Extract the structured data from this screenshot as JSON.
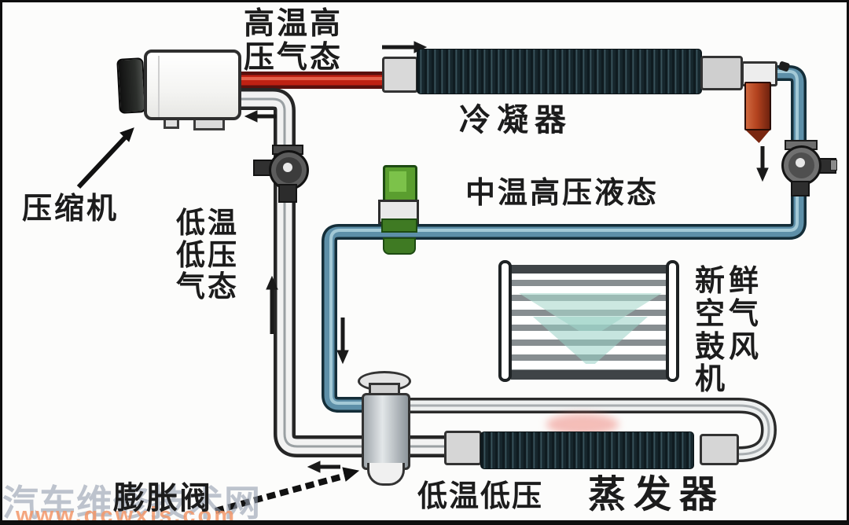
{
  "labels": {
    "discharge_state": "高温高\n压气态",
    "compressor": "压缩机",
    "suction_state": "低温\n低压\n气态",
    "condenser": "冷凝器",
    "liquid_state": "中温高压液态",
    "blower": "新鲜\n空气\n鼓风\n机",
    "expansion_valve": "膨胀阀",
    "evaporator_state": "低温低压",
    "evaporator": "蒸发器"
  },
  "watermark": {
    "site_name": "汽车维修技术网",
    "site_url": "www.qcwxjs.com"
  },
  "components": [
    "compressor",
    "compressor-clutch-pulley",
    "discharge-pipe",
    "condenser-inlet-fitting",
    "condenser-coil",
    "condenser-outlet-fitting",
    "receiver-drier",
    "liquid-line",
    "liquid-line-service-valve",
    "sight-glass",
    "suction-line",
    "suction-service-valve",
    "expansion-valve",
    "evaporator-inlet-fitting",
    "evaporator-coil",
    "evaporator-outlet-fitting",
    "evaporator-return-pipe",
    "fresh-air-blower"
  ],
  "flow_arrows": [
    "right-at-condenser-inlet",
    "left-at-compressor-return",
    "up-on-suction-line",
    "down-on-liquid-line",
    "down-below-receiver-drier",
    "left-at-expansion-valve-outlet"
  ],
  "colors": {
    "discharge_pipe": "#bf2113",
    "liquid_pipe": "#5d8fa8",
    "coil_dark": "#16262c",
    "drier_orange": "#b4431f",
    "sight_glass_green": "#5a9e2f",
    "valve_dark": "#3a3a3a",
    "airflow_teal": "#bfe0d8",
    "watermark_grey": "#9aa2af",
    "watermark_url_orange": "#f29669",
    "text_black": "#1c1c1c"
  }
}
